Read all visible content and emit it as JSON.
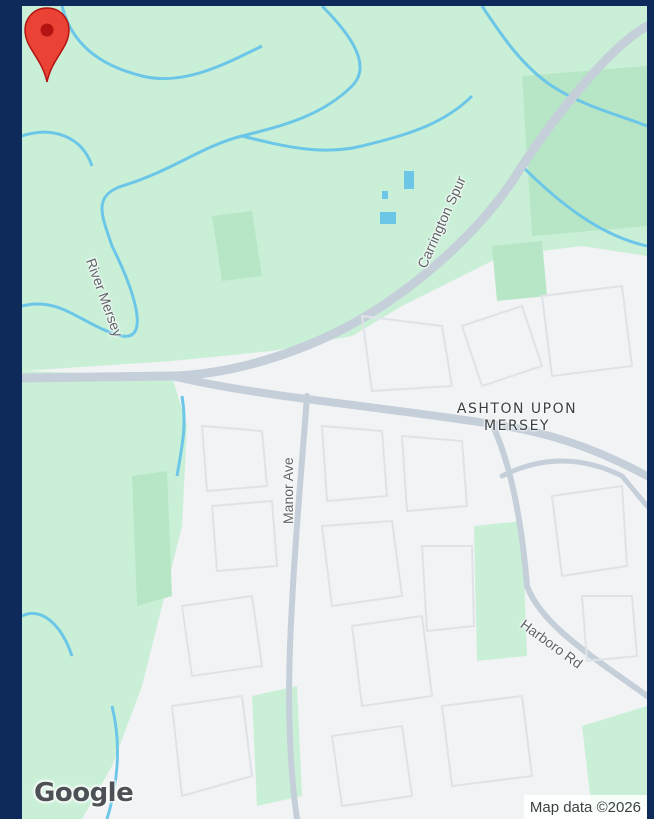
{
  "map": {
    "labels": {
      "river": "River Mersey",
      "carrington": "Carrington Spur",
      "manor": "Manor Ave",
      "harboro": "Harboro Rd",
      "area_line1": "ASHTON UPON",
      "area_line2": "MERSEY"
    },
    "logo": "Google",
    "attribution": "Map data ©2026",
    "marker_icon": "map-pin-icon",
    "colors": {
      "park": "#c9f0d7",
      "water": "#6cc6e8",
      "road": "#c5cfd9",
      "marker": "#ea4335"
    }
  }
}
